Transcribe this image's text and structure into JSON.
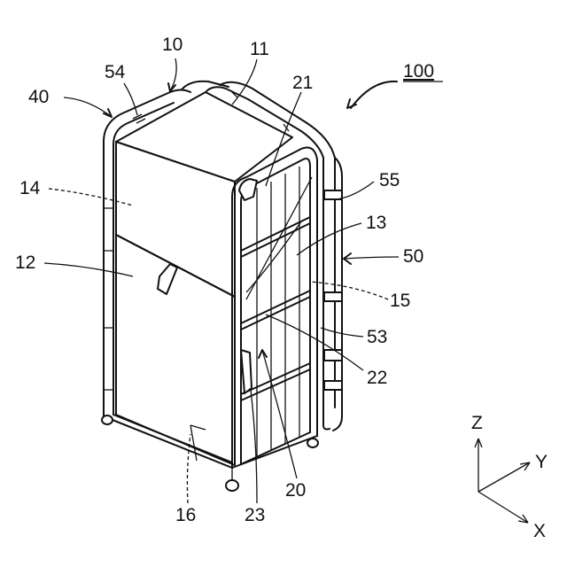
{
  "labels": {
    "l100": "100",
    "l10": "10",
    "l11": "11",
    "l54": "54",
    "l40": "40",
    "l21": "21",
    "l55": "55",
    "l14": "14",
    "l13": "13",
    "l12": "12",
    "l50": "50",
    "l15": "15",
    "l53": "53",
    "l22": "22",
    "l16": "16",
    "l23": "23",
    "l20": "20"
  },
  "axes": {
    "z": "Z",
    "y": "Y",
    "x": "X"
  }
}
